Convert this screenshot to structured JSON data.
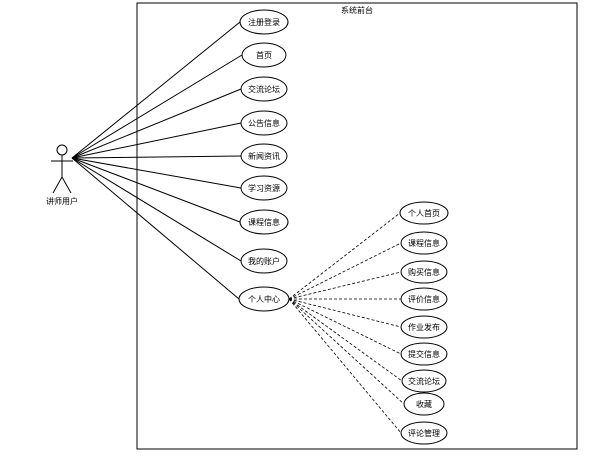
{
  "system": {
    "title": "系统前台"
  },
  "actor": {
    "label": "讲师用户"
  },
  "use_cases": [
    {
      "id": "register-login",
      "label": "注册登录"
    },
    {
      "id": "home",
      "label": "首页"
    },
    {
      "id": "forum",
      "label": "交流论坛"
    },
    {
      "id": "announcement",
      "label": "公告信息"
    },
    {
      "id": "news",
      "label": "新闻资讯"
    },
    {
      "id": "learning-resources",
      "label": "学习资源"
    },
    {
      "id": "course-info",
      "label": "课程信息"
    },
    {
      "id": "my-account",
      "label": "我的账户"
    },
    {
      "id": "personal-center",
      "label": "个人中心"
    }
  ],
  "sub_use_cases": [
    {
      "id": "personal-home",
      "label": "个人首页"
    },
    {
      "id": "course-info",
      "label": "课程信息"
    },
    {
      "id": "purchase-info",
      "label": "购买信息"
    },
    {
      "id": "review-info",
      "label": "评价信息"
    },
    {
      "id": "homework-publish",
      "label": "作业发布"
    },
    {
      "id": "submit-info",
      "label": "提交信息"
    },
    {
      "id": "forum",
      "label": "交流论坛"
    },
    {
      "id": "favorites",
      "label": "收藏"
    },
    {
      "id": "comment-manage",
      "label": "评论管理"
    }
  ]
}
